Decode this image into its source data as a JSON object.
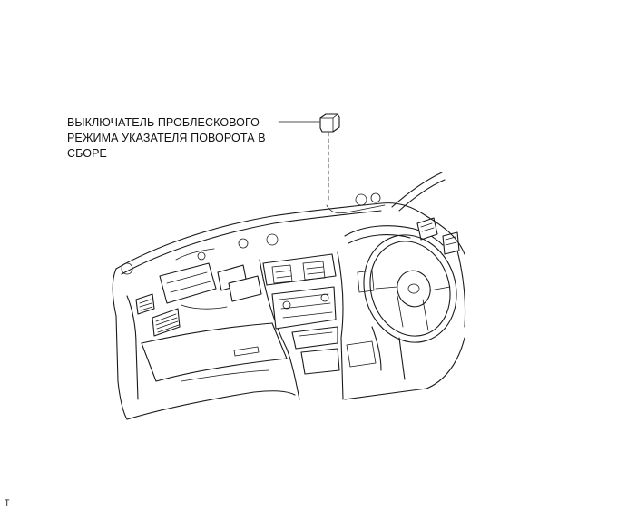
{
  "callout": {
    "line1": "ВЫКЛЮЧАТЕЛЬ ПРОБЛЕСКОВОГО",
    "line2": "РЕЖИМА УКАЗАТЕЛЯ ПОВОРОТА В",
    "line3": "СБОРЕ"
  },
  "corner_mark": "T",
  "colors": {
    "line": "#1a1a1a",
    "background": "#ffffff"
  },
  "icons": [
    "switch-part-icon"
  ]
}
